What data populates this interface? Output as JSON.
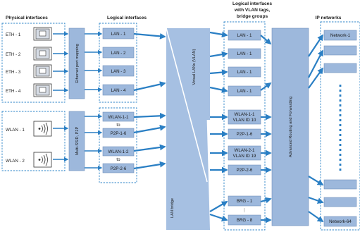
{
  "headers": {
    "physical": "Physical interfaces",
    "logical": "Logical interfaces",
    "vlan_line1": "Logical interfaces",
    "vlan_line2": "with VLAN tags,",
    "vlan_line3": "bridge groups",
    "ip": "IP networks"
  },
  "physical": {
    "eth": [
      "ETH - 1",
      "ETH - 2",
      "ETH - 3",
      "ETH - 4"
    ],
    "wlan": [
      "WLAN - 1",
      "WLAN - 2"
    ]
  },
  "mapping": {
    "ethernet": "Ethernet port mapping",
    "multissid": "Multi-SSID, P2P"
  },
  "logical": {
    "lan": [
      "LAN - 1",
      "LAN - 2",
      "LAN - 3",
      "LAN - 4"
    ],
    "wlan1_top": "WLAN-1-1",
    "wlan1_to": "to",
    "wlan1_bottom": "P2P-1-6",
    "wlan2_top": "WLAN-1-2",
    "wlan2_to": "to",
    "wlan2_bottom": "P2P-2-6"
  },
  "virtual_lans": "Virtual LANs (VLAN)",
  "lan_bridge": "LAN bridge",
  "vlan": {
    "lan": [
      "LAN - 1",
      "LAN - 1",
      "LAN - 1",
      "LAN - 1"
    ],
    "wlan1_line1": "WLAN-1-1",
    "wlan1_line2": "VLAN ID 10",
    "p2p1": "P2P-1-6",
    "wlan2_line1": "WLAN-2-1",
    "wlan2_line2": "VLAN ID 19",
    "p2p2": "P2P-2-6",
    "brg1": "BRG - 1",
    "brg_dots": "⋮",
    "brg8": "BRG - 8"
  },
  "routing": "Advanced Routing and Forwarding",
  "ip": {
    "first": "Network-1",
    "last": "Network-64"
  },
  "colors": {
    "box": "#9db8dc",
    "bar": "#a6c0e2",
    "arrow": "#2a7fc4",
    "dashed": "#2f86c9"
  }
}
